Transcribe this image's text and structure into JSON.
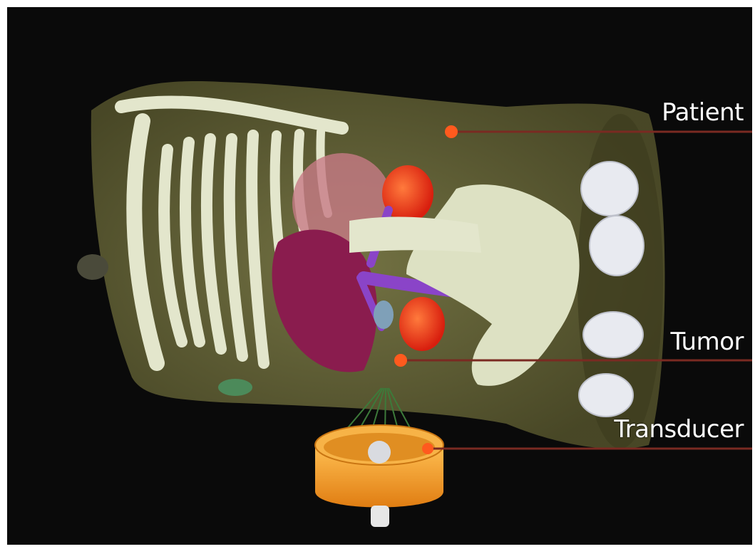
{
  "labels": {
    "patient": "Patient",
    "tumor": "Tumor",
    "transducer": "Transducer"
  },
  "colors": {
    "background": "#0a0a0a",
    "body": "#6f6e3d",
    "bone": "#e3e6cc",
    "organ": "#8a1c4e",
    "tumor": "#ff3a1a",
    "vessel": "#8a44c8",
    "transducer": "#f5a329",
    "pointer": "#ff5a1e",
    "leader_line": "#7a2a22"
  }
}
